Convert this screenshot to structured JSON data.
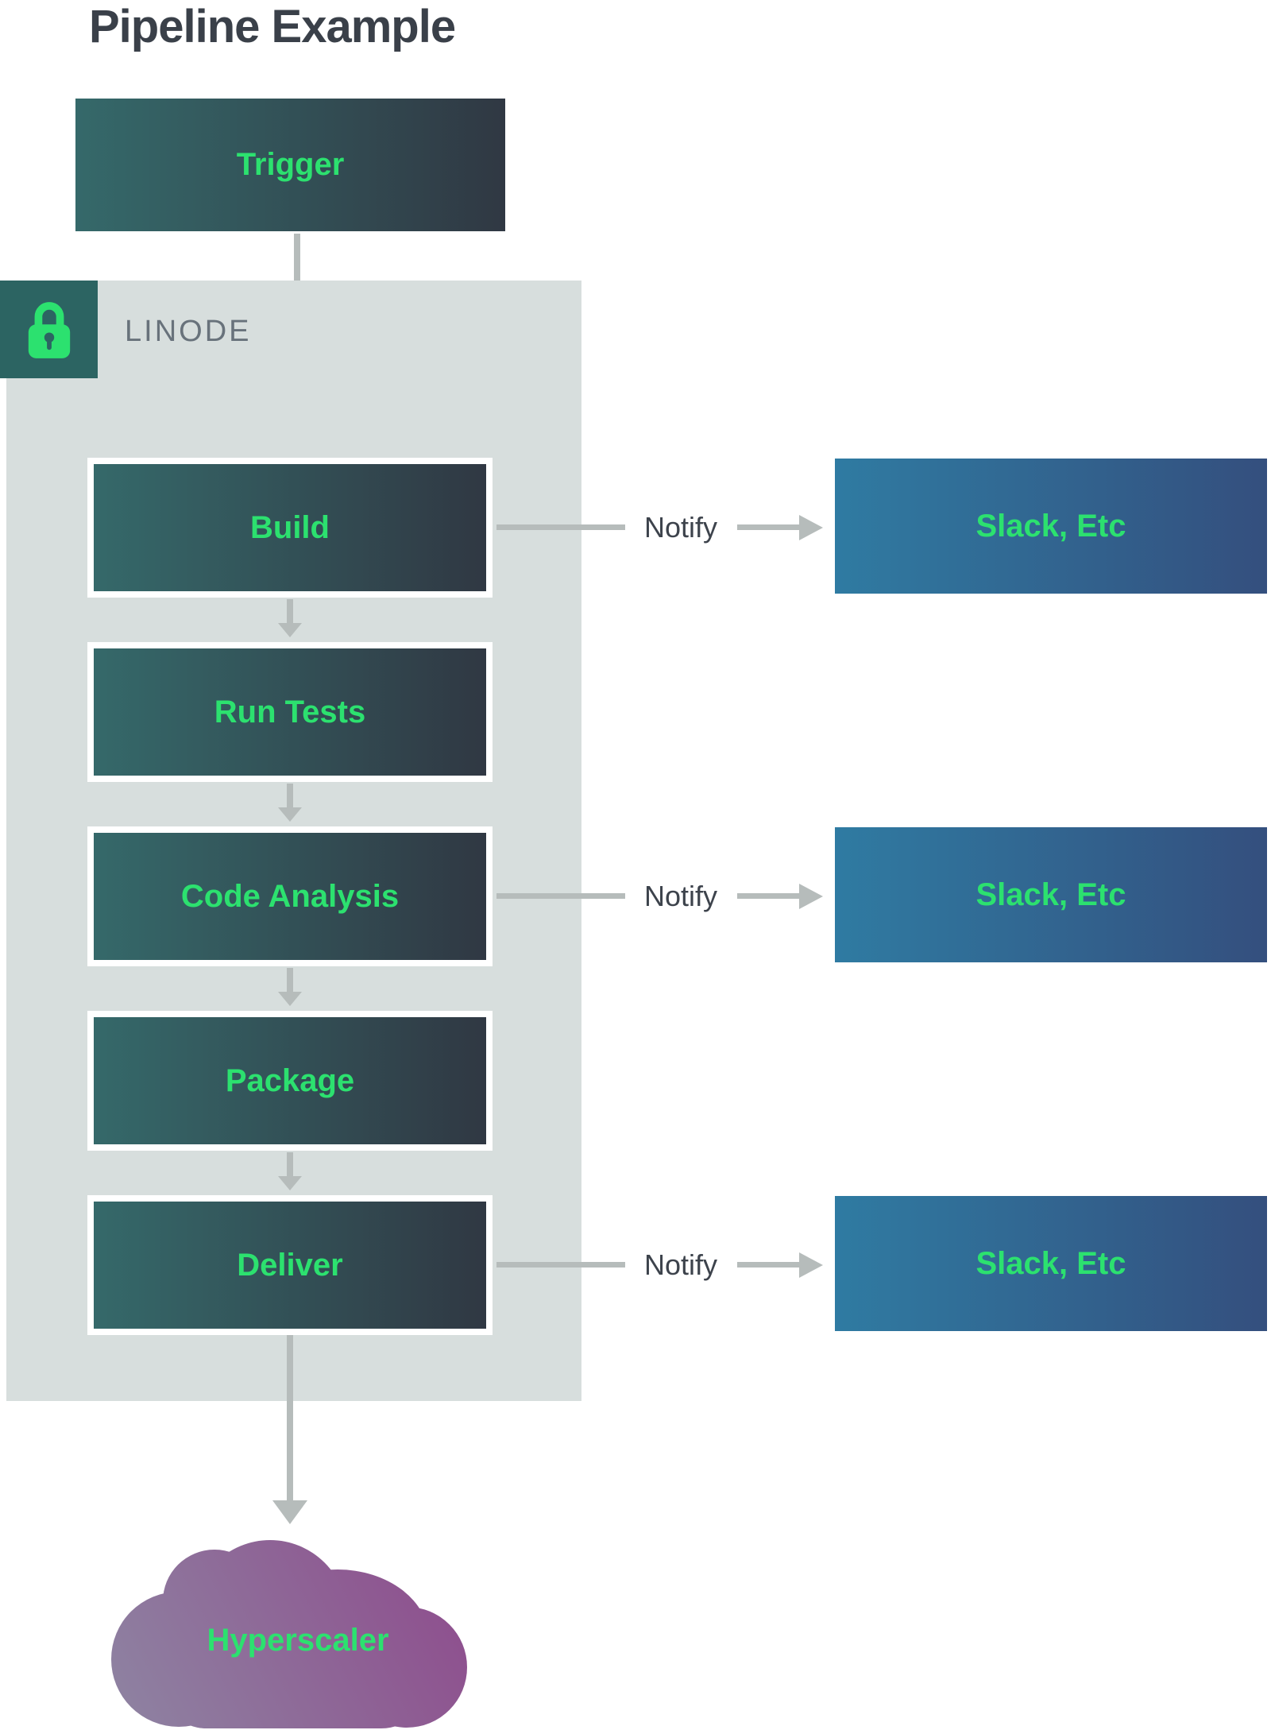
{
  "title": "Pipeline Example",
  "colors": {
    "page-bg": "#ffffff",
    "green": "#2ce16f",
    "arrow": "#b6bcbb",
    "container-bg": "#d7dedd",
    "badge-bg": "#2c6462",
    "stage-left": "#35696a",
    "stage-right": "#303843",
    "stage-border": "#ffffff",
    "slack-left": "#2f7ba2",
    "slack-right": "#344f7e",
    "cloud-bottom-left": "#8e84a2",
    "cloud-top-right": "#8e4a8c",
    "title-text": "#3a4049",
    "notify-text": "#3d434c",
    "linode-text": "#68727b"
  },
  "trigger": {
    "label": "Trigger"
  },
  "linode": {
    "label": "LINODE"
  },
  "stages": [
    {
      "label": "Build"
    },
    {
      "label": "Run Tests"
    },
    {
      "label": "Code Analysis"
    },
    {
      "label": "Package"
    },
    {
      "label": "Deliver"
    }
  ],
  "labels": {
    "notify": "Notify",
    "slack": "Slack, Etc"
  },
  "cloud": {
    "label": "Hyperscaler"
  }
}
